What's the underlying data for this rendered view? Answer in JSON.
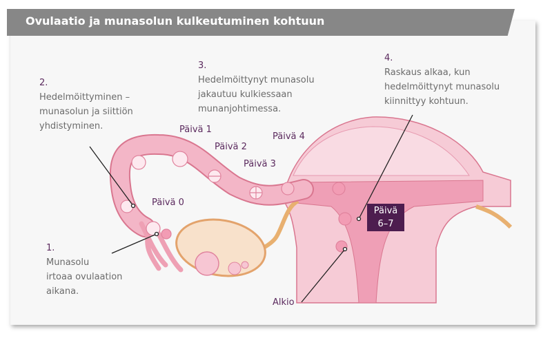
{
  "title": "Ovulaatio ja munasolun kulkeutuminen kohtuun",
  "steps": [
    {
      "number": "1.",
      "lines": [
        "Munasolu",
        "irtoaa ovulaation",
        "aikana."
      ]
    },
    {
      "number": "2.",
      "lines": [
        "Hedelmöittyminen –",
        "munasolun ja siittiön",
        "yhdistyminen."
      ]
    },
    {
      "number": "3.",
      "lines": [
        "Hedelmöittynyt munasolu",
        "jakautuu kulkiessaan",
        "munanjohtimessa."
      ]
    },
    {
      "number": "4.",
      "lines": [
        "Raskaus alkaa, kun",
        "hedelmöittynyt munasolu",
        "kiinnittyy kohtuun."
      ]
    }
  ],
  "days": {
    "d0": "Päivä 0",
    "d1": "Päivä 1",
    "d2": "Päivä 2",
    "d3": "Päivä 3",
    "d4": "Päivä 4",
    "d67_line1": "Päivä",
    "d67_line2": "6–7"
  },
  "alkio": "Alkio",
  "colors": {
    "header": "#878787",
    "accent": "#4d1d4f",
    "tissue": "#f2b8c8"
  }
}
